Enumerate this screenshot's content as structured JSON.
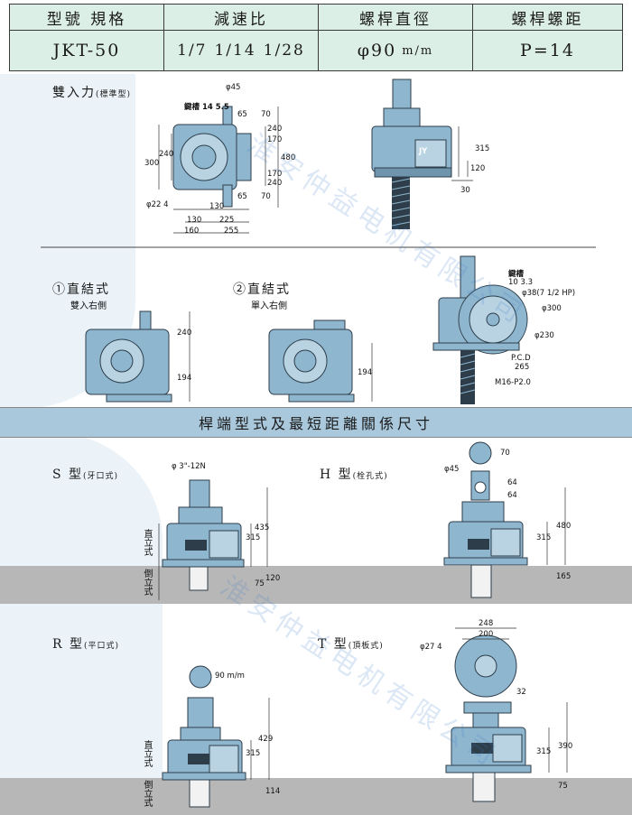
{
  "header": {
    "cols": [
      "型號 規格",
      "減速比",
      "螺桿直徑",
      "螺桿螺距"
    ],
    "model": "JKT-50",
    "ratio_1": "1/7",
    "ratio_2": "1/14",
    "ratio_3": "1/28",
    "diameter": "φ90",
    "diameter_unit": "m/m",
    "pitch": "P=14"
  },
  "section1": {
    "title": "雙入力",
    "subtitle": "(標準型)",
    "key_label": "鍵槽 14 5.5",
    "dims": {
      "d45": "φ45",
      "d65a": "65",
      "d70": "70",
      "d240a": "240",
      "d170a": "170",
      "d480": "480",
      "d170b": "170",
      "d240b": "240",
      "d300": "300",
      "d240c": "240",
      "d22": "φ22 4",
      "d65b": "65",
      "d70b": "70",
      "d130a": "130",
      "d130b": "130",
      "d225": "225",
      "d160": "160",
      "d255": "255",
      "d315": "315",
      "d120": "120",
      "d30": "30"
    },
    "brand": "JY"
  },
  "section2": {
    "left_title": "①直結式",
    "left_sub": "雙入右側",
    "left_dims": {
      "d240": "240",
      "d194": "194"
    },
    "mid_title": "②直結式",
    "mid_sub": "單入右側",
    "mid_dims": {
      "d194": "194"
    },
    "right_dims": {
      "key": "鍵槽",
      "key_val": "10 3.3",
      "d38": "φ38(7 1/2 HP)",
      "d300": "φ300",
      "d230": "φ230",
      "pcd": "P.C.D",
      "d265": "265",
      "m16": "M16-P2.0"
    }
  },
  "bar_title": "桿端型式及最短距離關係尺寸",
  "s_type": {
    "title": "S 型",
    "sub": "(牙口式)",
    "thread": "φ 3\"-12N",
    "d435": "435",
    "d315": "315",
    "d120": "120",
    "d75": "75",
    "side1": "直立式",
    "side2": "倒立式"
  },
  "h_type": {
    "title": "H 型",
    "sub": "(栓孔式)",
    "d70": "70",
    "d45": "φ45",
    "d64a": "64",
    "d64b": "64",
    "d480": "480",
    "d315": "315",
    "d165": "165"
  },
  "r_type": {
    "title": "R 型",
    "sub": "(平口式)",
    "d90": "90 m/m",
    "d429": "429",
    "d315": "315",
    "d114": "114",
    "side1": "直立式",
    "side2": "倒立式"
  },
  "t_type": {
    "title": "T 型",
    "sub": "(頂板式)",
    "d248": "248",
    "d200": "200",
    "d27": "φ27 4",
    "d32": "32",
    "d315": "315",
    "d390": "390",
    "d75": "75"
  },
  "watermark": "淮安仲益电机有限公司",
  "colors": {
    "body": "#8fb6cf",
    "dark": "#2d3e4a",
    "bar": "#a9c8dc",
    "head": "#dcefe6",
    "gray": "#b7b7b7"
  }
}
